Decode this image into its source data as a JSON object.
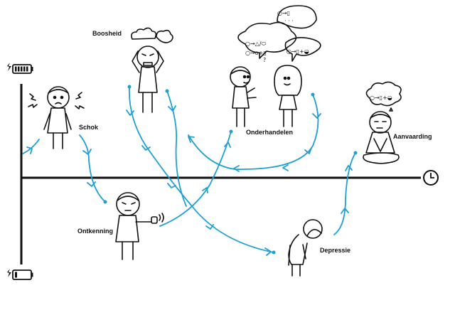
{
  "stages": {
    "shock": "Schok",
    "denial": "Ontkenning",
    "anger": "Boosheid",
    "bargaining": "Onderhandelen",
    "depression": "Depressie",
    "acceptance": "Aanvaarding"
  },
  "thoughts": {
    "bargain_1": "○→▯",
    "bargain_2": "· · ·",
    "bargain_3": "○→△/⬭",
    "bargain_4": "○→ο+▯",
    "bargain_5": "?",
    "bargain_6": "○→▯+◒",
    "acceptance": "○→▯+◒"
  },
  "icons": {
    "high_energy": "battery-full-icon",
    "low_energy": "battery-empty-icon",
    "time": "clock-icon"
  },
  "colors": {
    "curve": "#1e9fd6",
    "ink": "#111111"
  }
}
